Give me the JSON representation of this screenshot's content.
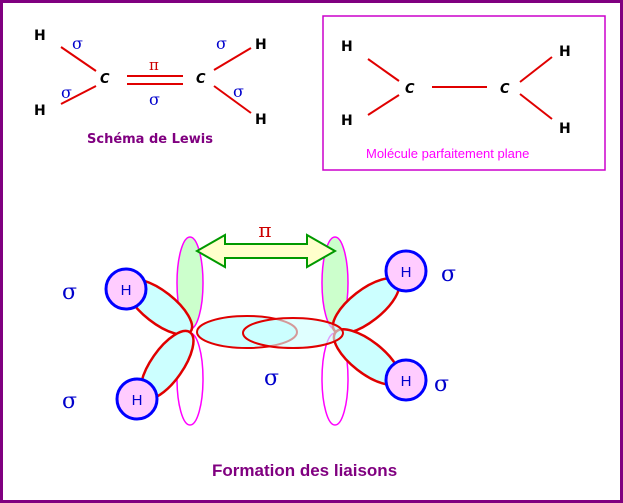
{
  "lewis": {
    "H_top_left": "H",
    "H_bottom_left": "H",
    "H_top_right": "H",
    "H_bottom_right": "H",
    "C_left": "C",
    "C_right": "C",
    "sigma_1": "σ",
    "sigma_2": "σ",
    "sigma_3": "σ",
    "sigma_4": "σ",
    "sigma_cc": "σ",
    "pi_cc": "π",
    "caption": "Schéma de Lewis"
  },
  "planar": {
    "H1": "H",
    "H2": "H",
    "H3": "H",
    "H4": "H",
    "C1": "C",
    "C2": "C",
    "caption": "Molécule parfaitement plane"
  },
  "orbitals": {
    "pi": "π",
    "sigma_left_top": "σ",
    "sigma_left_bottom": "σ",
    "sigma_right_top": "σ",
    "sigma_right_bottom": "σ",
    "sigma_center": "σ",
    "H_left_top": "H",
    "H_left_bottom": "H",
    "H_right_top": "H",
    "H_right_bottom": "H",
    "caption": "Formation des liaisons"
  },
  "colors": {
    "frame": "#800080",
    "bond": "#e00000",
    "sigma": "#0000cc",
    "pi": "#cc0000",
    "lobe_fill": "#ccffff",
    "p_orbital_fill": "#ccffcc",
    "p_orbital_stroke": "#ff00ff",
    "h_fill": "#ffccff",
    "h_stroke": "#0000ff",
    "arrow_fill": "#ffffcc",
    "arrow_stroke": "#009900"
  }
}
